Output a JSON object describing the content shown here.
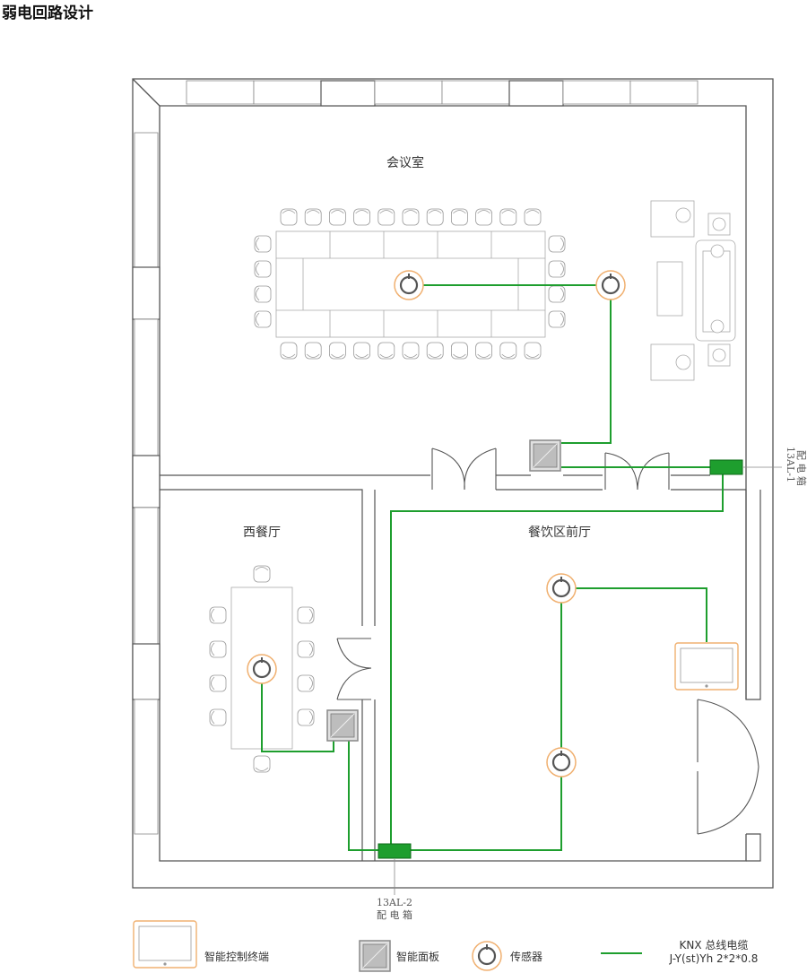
{
  "title": "弱电回路设计",
  "rooms": {
    "meeting": "会议室",
    "western": "西餐厅",
    "lobby": "餐饮区前厅"
  },
  "boxes": {
    "box1_code": "13AL-1",
    "box1_name": "配 电 箱",
    "box2_code": "13AL-2",
    "box2_name": "配 电 箱"
  },
  "legend": {
    "terminal": "智能控制终端",
    "panel": "智能面板",
    "sensor": "传感器",
    "cable_line1": "KNX 总线电缆",
    "cable_line2": "J-Y(st)Yh 2*2*0.8"
  },
  "colors": {
    "bus": "#1e9e2e",
    "wall": "#555555",
    "sensor_ring": "#f0b070",
    "box_fill": "#1e9e2e",
    "terminal_border": "#f0b070"
  },
  "icons": {
    "sensor": "sensor-icon",
    "panel": "smart-panel-icon",
    "terminal": "control-terminal-icon",
    "distribution_box": "distribution-box-icon"
  }
}
